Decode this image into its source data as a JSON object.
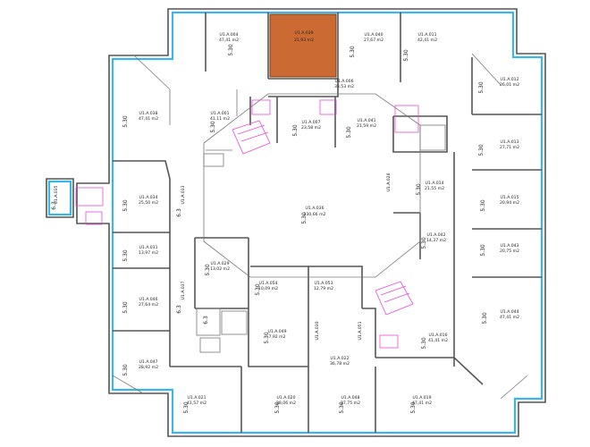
{
  "plan": {
    "highlight_color": "#cc6a33",
    "glazing_color": "#3cb6e6",
    "stair_color": "#e84ad8",
    "wall_color": "#555555",
    "highlighted_room": "U1.A.039",
    "rooms": [
      {
        "id": "r-004",
        "name": "U1.A.004",
        "area": "47,41 m2"
      },
      {
        "id": "r-039",
        "name": "U1.A.039",
        "area": "21,93 m2"
      },
      {
        "id": "r-040",
        "name": "U1.A.040",
        "area": "27,67 m2"
      },
      {
        "id": "r-011",
        "name": "U1.A.011",
        "area": "42,41 m2"
      },
      {
        "id": "r-012",
        "name": "U1.A.012",
        "area": "26,01 m2"
      },
      {
        "id": "r-006",
        "name": "U1.A.006",
        "area": "33,53 m2"
      },
      {
        "id": "r-038",
        "name": "U1.A.038",
        "area": "47,41 m2"
      },
      {
        "id": "r-001",
        "name": "U1.A.001",
        "area": "41,11 m2"
      },
      {
        "id": "r-007",
        "name": "U1.A.007",
        "area": "23,58 m2"
      },
      {
        "id": "r-041",
        "name": "U1.A.041",
        "area": "21,59 m2"
      },
      {
        "id": "r-013",
        "name": "U1.A.013",
        "area": "27,71 m2"
      },
      {
        "id": "r-014",
        "name": "U1.A.014",
        "area": "21,55 m2"
      },
      {
        "id": "r-015",
        "name": "U1.A.015",
        "area": "20,94 m2"
      },
      {
        "id": "r-034",
        "name": "U1.A.034",
        "area": "25,50 m2"
      },
      {
        "id": "r-036",
        "name": "U1.A.036",
        "area": "130,66 m2"
      },
      {
        "id": "r-042",
        "name": "U1.A.042",
        "area": "14,37 m2"
      },
      {
        "id": "r-043",
        "name": "U1.A.043",
        "area": "20,75 m2"
      },
      {
        "id": "r-031",
        "name": "U1.A.031",
        "area": "13,97 m2"
      },
      {
        "id": "r-029",
        "name": "U1.A.029",
        "area": "13,02 m2"
      },
      {
        "id": "r-054",
        "name": "U1.A.054",
        "area": "10,09 m2"
      },
      {
        "id": "r-053",
        "name": "U1.A.053",
        "area": "12,79 m2"
      },
      {
        "id": "r-046",
        "name": "U1.A.046",
        "area": "27,64 m2"
      },
      {
        "id": "r-049",
        "name": "U1.A.049",
        "area": "7,92 m2"
      },
      {
        "id": "r-016",
        "name": "U1.A.016",
        "area": "41,41 m2"
      },
      {
        "id": "r-044",
        "name": "U1.A.044",
        "area": "47,41 m2"
      },
      {
        "id": "r-022",
        "name": "U1.A.022",
        "area": "36,78 m2"
      },
      {
        "id": "r-047",
        "name": "U1.A.047",
        "area": "28,92 m2"
      },
      {
        "id": "r-021",
        "name": "U1.A.021",
        "area": "41,57 m2"
      },
      {
        "id": "r-020",
        "name": "U1.A.020",
        "area": "28,06 m2"
      },
      {
        "id": "r-048",
        "name": "U1.A.048",
        "area": "27,75 m2"
      },
      {
        "id": "r-019",
        "name": "U1.A.019",
        "area": "47,41 m2"
      }
    ],
    "vertical_labels": [
      {
        "id": "v-035",
        "name": "U1.A.035"
      },
      {
        "id": "v-033",
        "name": "U1.A.033"
      },
      {
        "id": "v-037",
        "name": "U1.A.037"
      },
      {
        "id": "v-030",
        "name": "U1.A.030"
      },
      {
        "id": "v-051",
        "name": "U1.A.051"
      },
      {
        "id": "v-026",
        "name": "U1.A.026"
      }
    ],
    "room_tag": "5.30",
    "room_tag_alt": "6.3"
  }
}
